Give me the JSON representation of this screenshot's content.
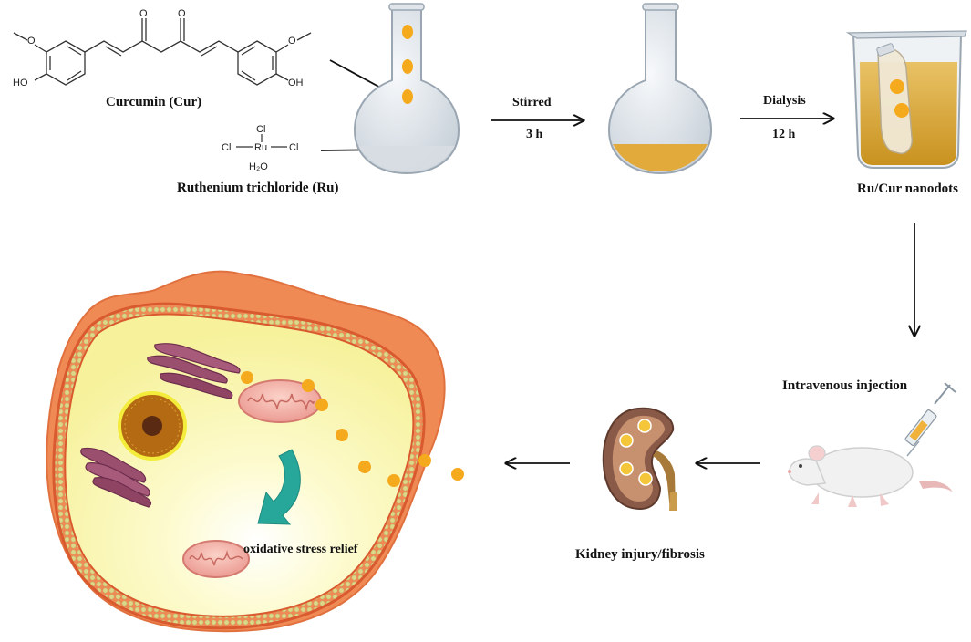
{
  "structures": {
    "curcumin": {
      "o1": "O",
      "o2": "O",
      "ome_left": "O",
      "ome_right": "O",
      "oh_left": "HO",
      "oh_right": "OH"
    },
    "rucl3": {
      "cl_top": "Cl",
      "cl_left": "Cl",
      "ru": "Ru",
      "cl_right": "Cl",
      "water": "H₂O"
    }
  },
  "labels": {
    "curcumin": "Curcumin (Cur)",
    "ruthenium": "Ruthenium trichloride (Ru)",
    "stirred": "Stirred",
    "stirred_time": "3 h",
    "dialysis": "Dialysis",
    "dialysis_time": "12 h",
    "nanodots": "Ru/Cur nanodots",
    "injection": "Intravenous injection",
    "kidney": "Kidney injury/fibrosis",
    "relief": "oxidative stress relief"
  },
  "colors": {
    "nanodot": "#f5a91c",
    "solution": "#e2a93b",
    "cell_outer": "#f08a55",
    "cytoplasm": "#fbf7b8",
    "membrane_dots": "#e3df9a",
    "mitochondria": "#f4a7a0",
    "golgi": "#9b4f6f",
    "arrow_teal": "#27a79a",
    "arrow": "#111111"
  }
}
